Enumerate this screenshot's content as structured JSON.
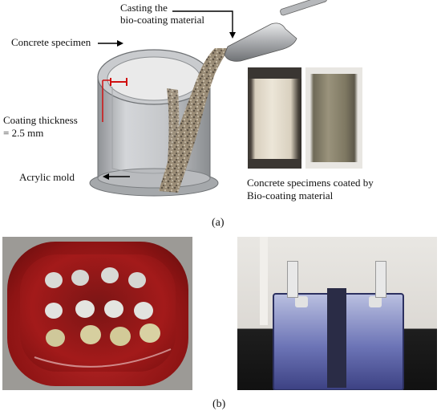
{
  "panel_a": {
    "casting_label_line1": "Casting the",
    "casting_label_line2": "bio-coating material",
    "specimen_label": "Concrete specimen",
    "thickness_label_line1": "Coating thickness",
    "thickness_label_line2": "= 2.5 mm",
    "mold_label": "Acrylic mold",
    "coated_caption_line1": "Concrete specimens coated by",
    "coated_caption_line2": "Bio-coating material",
    "caption": "(a)"
  },
  "panel_b": {
    "caption": "(b)"
  },
  "colors": {
    "arrow": "#000000",
    "thickness_marker": "#d01010",
    "mold_gray": "#bfc2c6",
    "coating_gravel": "#8c7f6c",
    "container_red": "#a81818",
    "acrylic_blue": "#5a62a8"
  }
}
